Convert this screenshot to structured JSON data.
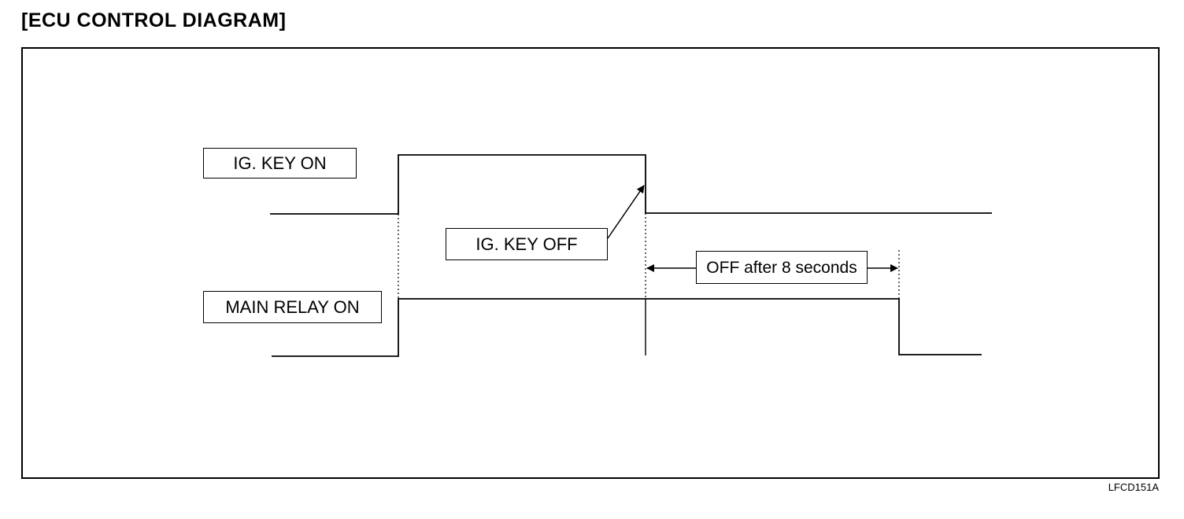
{
  "title": "[ECU  CONTROL  DIAGRAM]",
  "labels": {
    "ig_key_on": "IG. KEY ON",
    "ig_key_off": "IG. KEY OFF",
    "main_relay_on": "MAIN RELAY ON",
    "off_after": "OFF after 8 seconds"
  },
  "reference_code": "LFCD151A"
}
